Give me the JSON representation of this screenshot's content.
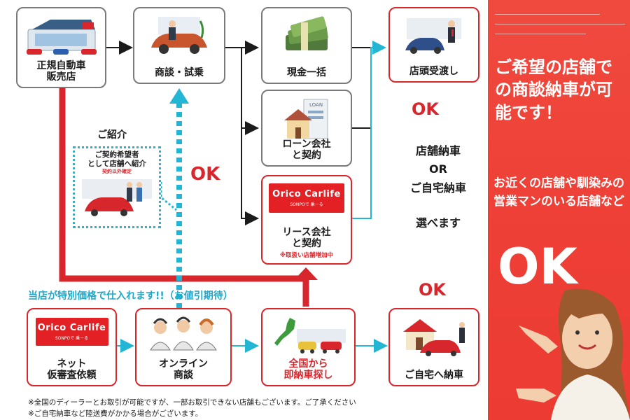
{
  "nodes": {
    "dealer": "正規自動車\n販売店",
    "negotiation": "商談・試乗",
    "cash": "現金一括",
    "loan": "ローン会社\nと契約",
    "lease": "リース会社\nと契約",
    "lease_note": "※取扱い店舗増加中",
    "store_delivery": "店頭受渡し",
    "net_screening": "ネット\n仮審査依頼",
    "online": "オンライン\n商談",
    "nationwide": "全国から\n即納車探し",
    "home_delivery": "ご自宅へ納車"
  },
  "loan_sign": "LOAN",
  "orico": {
    "brand": "Orico Carlife",
    "tagline": "SONPOで 乗－る"
  },
  "intro": {
    "label": "ご紹介",
    "line1": "ご契約希望者",
    "line2": "として店舗へ紹介",
    "note": "契約以外確定"
  },
  "center_text": {
    "l1": "店舗納車",
    "l2": "OR",
    "l3": "ご自宅納車",
    "l4": "選べます"
  },
  "special_price": "当店が特別価格で仕入れます!!（お値引期待）",
  "ok_text": "OK",
  "panel": {
    "headline": "ご希望の店舗での商談納車が可能です！",
    "body": "お近くの店舗や馴染みの営業マンのいる店舗など"
  },
  "notes": [
    "※全国のディーラーとお取引が可能ですが、一部お取引できない店舗もございます。ご了承ください",
    "※ご自宅納車など陸送費がかかる場合がございます。"
  ],
  "colors": {
    "accent_red": "#d8262d",
    "flow_cyan": "#22b6d4",
    "panel_red": "#ef4438",
    "box_border": "#7a7a7a"
  }
}
